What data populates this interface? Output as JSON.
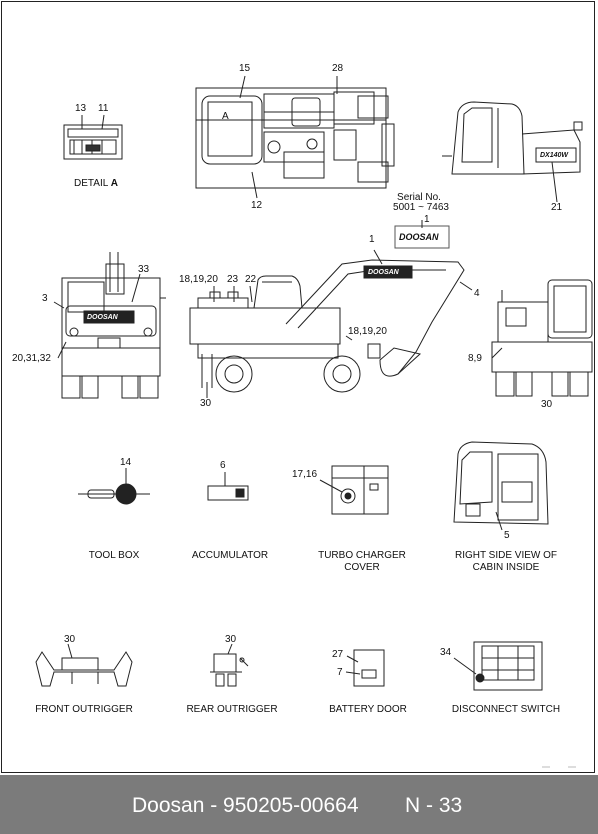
{
  "footer": {
    "brand_part": "Doosan - 950205-00664",
    "page": "N - 33"
  },
  "detail_caption": {
    "prefix": "DETAIL",
    "letter": "A"
  },
  "serial": {
    "label": "Serial No.",
    "range": "5001 ~ 7463"
  },
  "brand_logo": "DOOSAN",
  "model_badge": "DX140W",
  "top_view_marker": "A",
  "captions": {
    "tool_box": "TOOL BOX",
    "accumulator": "ACCUMULATOR",
    "turbo_charger": "TURBO CHARGER COVER",
    "right_side_view": "RIGHT SIDE VIEW OF CABIN INSIDE",
    "front_outrigger": "FRONT OUTRIGGER",
    "rear_outrigger": "REAR OUTRIGGER",
    "battery_door": "BATTERY DOOR",
    "disconnect_switch": "DISCONNECT SWITCH"
  },
  "callouts": {
    "c13": "13",
    "c11": "11",
    "c15": "15",
    "c28": "28",
    "c12": "12",
    "c21": "21",
    "c1": "1",
    "c1b": "1",
    "c4": "4",
    "c33": "33",
    "c3": "3",
    "c18_19_20_a": "18,19,20",
    "c23": "23",
    "c22": "22",
    "c18_19_20_b": "18,19,20",
    "c20_31_32": "20,31,32",
    "c8_9": "8,9",
    "c30_a": "30",
    "c30_b": "30",
    "c14": "14",
    "c6": "6",
    "c17_16": "17,16",
    "c5": "5",
    "c30_c": "30",
    "c30_d": "30",
    "c27": "27",
    "c7": "7",
    "c34": "34"
  }
}
